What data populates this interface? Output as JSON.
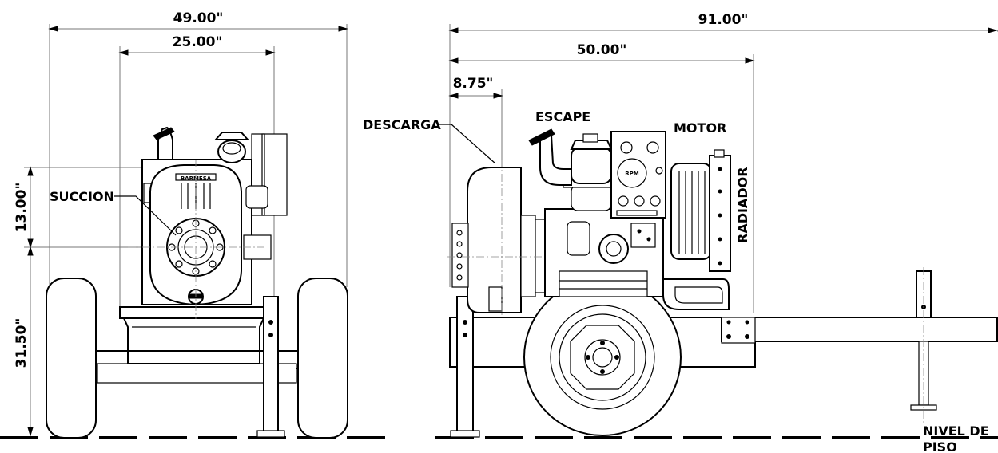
{
  "dimensions": {
    "front_total_width": "49.00\"",
    "front_inner_width": "25.00\"",
    "front_upper_height": "13.00\"",
    "front_lower_height": "31.50\"",
    "side_total_length": "91.00\"",
    "side_mid_length": "50.00\"",
    "side_discharge_offset": "8.75\""
  },
  "labels": {
    "suction": "SUCCION",
    "discharge": "DESCARGA",
    "exhaust": "ESCAPE",
    "motor": "MOTOR",
    "radiator": "RADIADOR",
    "floor_level_line1": "NIVEL DE",
    "floor_level_line2": "PISO",
    "brand": "BARMESA",
    "gauge": "RPM"
  }
}
